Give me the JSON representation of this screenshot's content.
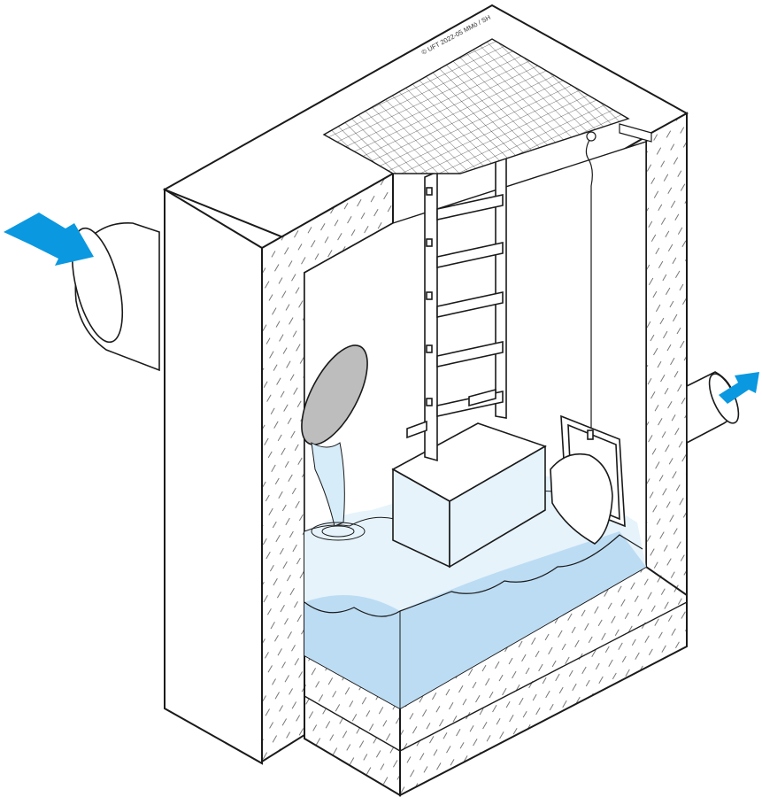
{
  "credit": "© UFT 2022-05 MMö / SH",
  "colors": {
    "arrow": "#0a98e0",
    "water_light": "#e6f3fb",
    "water_mid": "#cfe7f6",
    "water_deep": "#bcdcf3",
    "outline": "#1a1a1a",
    "pipe_opening": "#bdbdbd",
    "grate": "#ffffff"
  },
  "elements": {
    "inflow_arrow": "arrow-right-down",
    "outflow_arrow": "arrow-right-up"
  }
}
